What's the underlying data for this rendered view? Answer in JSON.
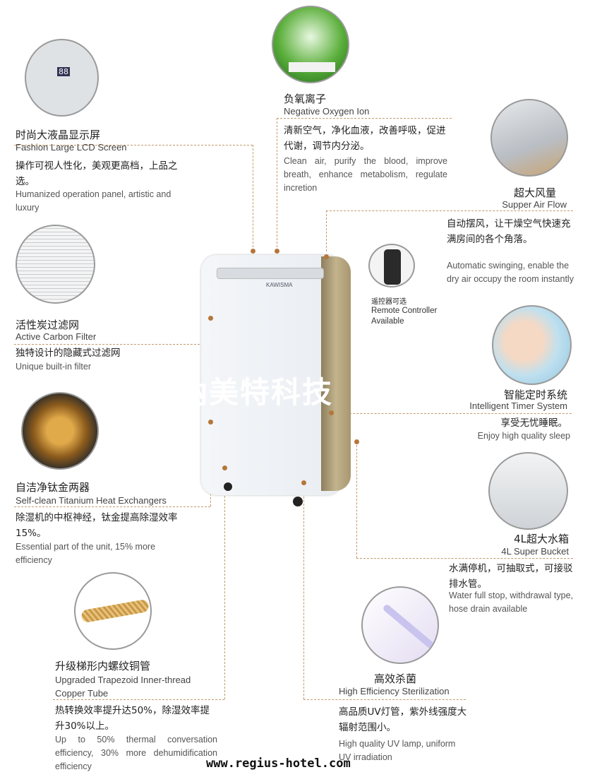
{
  "features": {
    "ion": {
      "cn": "负氧离子",
      "en": "Negative Oxygen Ion",
      "desc_cn": "清新空气，净化血液，改善呼吸，促进代谢，调节内分泌。",
      "desc_en": "Clean air, purify the blood, improve breath, enhance metabolism, regulate incretion"
    },
    "lcd": {
      "cn": "时尚大液晶显示屏",
      "en": "Fashion Large LCD Screen",
      "desc_cn": "操作可视人性化，美观更高档，上品之选。",
      "desc_en": "Humanized operation panel, artistic and luxury"
    },
    "airflow": {
      "cn": "超大风量",
      "en": "Supper Air Flow",
      "desc_cn": "自动摆风，让干燥空气快速充满房间的各个角落。",
      "desc_en": "Automatic swinging, enable the dry air occupy the room instantly"
    },
    "remote": {
      "cn": "遥控器可选",
      "en1": "Remote Controller",
      "en2": "Available"
    },
    "carbon": {
      "cn": "活性炭过滤网",
      "en": "Active Carbon Filter",
      "desc_cn": "独特设计的隐藏式过滤网",
      "desc_en": "Unique built-in filter"
    },
    "timer": {
      "cn": "智能定时系统",
      "en": "Intelligent Timer System",
      "desc_cn": "享受无忧睡眠。",
      "desc_en": "Enjoy high quality sleep"
    },
    "exchanger": {
      "cn": "自洁净钛金两器",
      "en": "Self-clean Titanium Heat Exchangers",
      "desc_cn": "除湿机的中枢神经，钛金提高除湿效率15%。",
      "desc_en": "Essential part of the unit, 15% more efficiency"
    },
    "bucket": {
      "cn": "4L超大水箱",
      "en": "4L Super Bucket",
      "desc_cn": "水满停机，可抽取式，可接驳排水管。",
      "desc_en": "Water full stop, withdrawal type, hose drain available"
    },
    "copper": {
      "cn": "升级梯形内螺纹铜管",
      "en": "Upgraded Trapezoid Inner-thread Copper Tube",
      "desc_cn": "热转换效率提升达50%，除湿效率提升30%以上。",
      "desc_en": "Up to 50% thermal conversation efficiency, 30% more dehumidification efficiency"
    },
    "uv": {
      "cn": "高效杀菌",
      "en": "High Efficiency Sterilization",
      "desc_cn": "高品质UV灯管，紫外线强度大辐射范围小。",
      "desc_en": "High quality UV lamp, uniform UV irradiation"
    }
  },
  "product": {
    "brand": "KAWISMA",
    "display": "88"
  },
  "watermark": {
    "text": "纳美特科技",
    "url": "www.regius-hotel.com"
  },
  "colors": {
    "accent": "#c49a6c",
    "dot": "#b5763a",
    "gold": "#b8a47a"
  }
}
